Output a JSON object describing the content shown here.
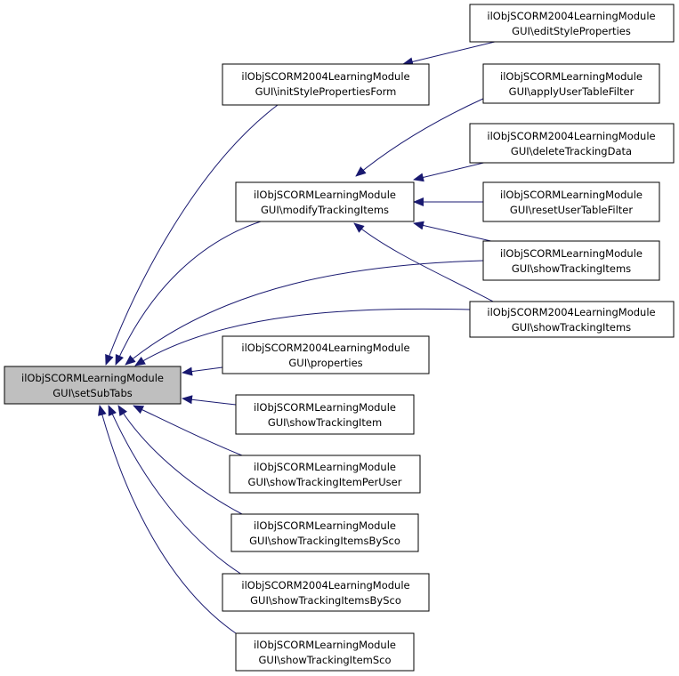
{
  "colors": {
    "edge": "#191970",
    "node_border": "#000000",
    "node_fill": "#ffffff",
    "root_fill": "#bfbfbf",
    "text": "#000000"
  },
  "nodes": {
    "root": {
      "line1": "ilObjSCORMLearningModule",
      "line2": "GUI\\setSubTabs"
    },
    "n_init": {
      "line1": "ilObjSCORM2004LearningModule",
      "line2": "GUI\\initStylePropertiesForm"
    },
    "n_edit": {
      "line1": "ilObjSCORM2004LearningModule",
      "line2": "GUI\\editStyleProperties"
    },
    "n_mod": {
      "line1": "ilObjSCORMLearningModule",
      "line2": "GUI\\modifyTrackingItems"
    },
    "n_apply": {
      "line1": "ilObjSCORMLearningModule",
      "line2": "GUI\\applyUserTableFilter"
    },
    "n_del": {
      "line1": "ilObjSCORM2004LearningModule",
      "line2": "GUI\\deleteTrackingData"
    },
    "n_reset": {
      "line1": "ilObjSCORMLearningModule",
      "line2": "GUI\\resetUserTableFilter"
    },
    "n_sti": {
      "line1": "ilObjSCORMLearningModule",
      "line2": "GUI\\showTrackingItems"
    },
    "n_sti04": {
      "line1": "ilObjSCORM2004LearningModule",
      "line2": "GUI\\showTrackingItems"
    },
    "n_props": {
      "line1": "ilObjSCORM2004LearningModule",
      "line2": "GUI\\properties"
    },
    "n_st1": {
      "line1": "ilObjSCORMLearningModule",
      "line2": "GUI\\showTrackingItem"
    },
    "n_stpu": {
      "line1": "ilObjSCORMLearningModule",
      "line2": "GUI\\showTrackingItemPerUser"
    },
    "n_stbs": {
      "line1": "ilObjSCORMLearningModule",
      "line2": "GUI\\showTrackingItemsBySco"
    },
    "n_stbs04": {
      "line1": "ilObjSCORM2004LearningModule",
      "line2": "GUI\\showTrackingItemsBySco"
    },
    "n_stsco": {
      "line1": "ilObjSCORMLearningModule",
      "line2": "GUI\\showTrackingItemSco"
    }
  }
}
